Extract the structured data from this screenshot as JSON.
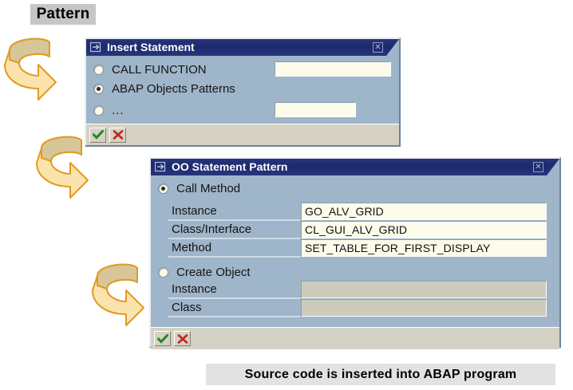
{
  "labels": {
    "pattern": "Pattern",
    "caption": "Source code is inserted into ABAP program"
  },
  "colors": {
    "titlebar": "#1d2a6d",
    "dialog_background": "#9fb5c9",
    "input_background": "#fdfbea",
    "input_disabled_background": "#cdcbbc",
    "toolbar_background": "#d5d1c4",
    "arrow_fill_light": "#fbe3ae",
    "arrow_fill_dark": "#d7c69a",
    "arrow_stroke": "#e09b20",
    "chip_background": "#c6c6c6",
    "confirm_green": "#1c8a1c",
    "cancel_red": "#cc2020"
  },
  "dialog_insert": {
    "title": "Insert Statement",
    "title_icon": "window-pointer-icon",
    "close_icon": "close-icon",
    "options": [
      {
        "label": "CALL FUNCTION",
        "selected": false,
        "value": "",
        "has_input": true
      },
      {
        "label": "ABAP Objects Patterns",
        "selected": true,
        "value": "",
        "has_input": false
      },
      {
        "label": "...",
        "selected": false,
        "value": "",
        "has_input": true
      }
    ],
    "toolbar": {
      "confirm_label": "✔",
      "cancel_label": "✖",
      "confirm_name": "confirm-button",
      "cancel_name": "cancel-button"
    }
  },
  "dialog_oo": {
    "title": "OO Statement Pattern",
    "title_icon": "window-pointer-icon",
    "close_icon": "close-icon",
    "groups": [
      {
        "radio_label": "Call Method",
        "selected": true,
        "fields": [
          {
            "label": "Instance",
            "value": "GO_ALV_GRID",
            "disabled": false
          },
          {
            "label": "Class/Interface",
            "value": "CL_GUI_ALV_GRID",
            "disabled": false
          },
          {
            "label": "Method",
            "value": "SET_TABLE_FOR_FIRST_DISPLAY",
            "disabled": false
          }
        ]
      },
      {
        "radio_label": "Create Object",
        "selected": false,
        "fields": [
          {
            "label": "Instance",
            "value": "",
            "disabled": true
          },
          {
            "label": "Class",
            "value": "",
            "disabled": true
          }
        ]
      }
    ],
    "toolbar": {
      "confirm_label": "✔",
      "cancel_label": "✖",
      "confirm_name": "confirm-button",
      "cancel_name": "cancel-button"
    }
  },
  "arrows": [
    {
      "name": "flow-arrow-1"
    },
    {
      "name": "flow-arrow-2"
    },
    {
      "name": "flow-arrow-3"
    }
  ]
}
